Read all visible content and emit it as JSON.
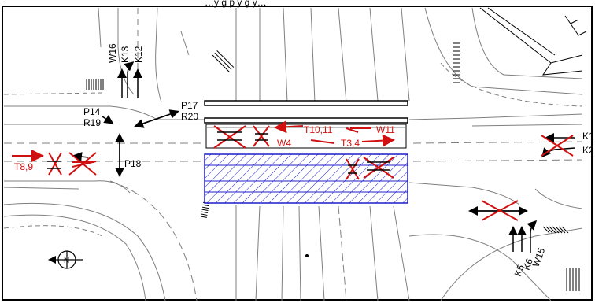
{
  "title_fragment": "…y g  p y g    y…",
  "labels": {
    "w16": "W16",
    "k13": "K13",
    "k12": "K12",
    "p14": "P14",
    "r19": "R19",
    "p17": "P17",
    "r20": "R20",
    "p18": "P18",
    "t89": "T8,9",
    "w4": "W4",
    "t1011": "T10,11",
    "w11": "W11",
    "t34": "T3,4",
    "k1": "K1",
    "k2": "K2",
    "k5": "K5",
    "k6": "K6",
    "w15": "W15"
  },
  "colors": {
    "lines": "#000000",
    "road_lines": "#7f7f7f",
    "removed": "#d01010",
    "bridge_area": "#1c1cc8"
  },
  "icons": {
    "north": "north-arrow-icon"
  }
}
